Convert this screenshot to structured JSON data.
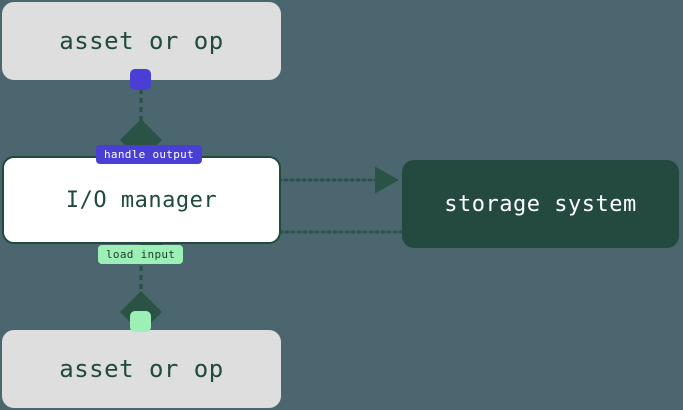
{
  "diagram": {
    "type": "flow-diagram",
    "background_color": "#4c6670",
    "nodes": [
      {
        "id": "asset-top",
        "label": "asset or op",
        "fill": "#dedede",
        "text_color": "#1f4a3c"
      },
      {
        "id": "io-manager",
        "label": "I/O manager",
        "fill": "#ffffff",
        "border_color": "#1f4a3c",
        "text_color": "#1f4a3c"
      },
      {
        "id": "asset-bottom",
        "label": "asset or op",
        "fill": "#dedede",
        "text_color": "#1f4a3c"
      },
      {
        "id": "storage-system",
        "label": "storage system",
        "fill": "#244a40",
        "text_color": "#ffffff"
      }
    ],
    "handles": [
      {
        "id": "output-port",
        "color": "#4a3fd4"
      },
      {
        "id": "input-port",
        "color": "#9cf0b6"
      }
    ],
    "edges": [
      {
        "id": "handle-output",
        "label": "handle output",
        "from": "asset-top",
        "to": "io-manager",
        "label_fill": "#4a3fd4",
        "label_text_color": "#ffffff",
        "line_color": "#2b5345"
      },
      {
        "id": "io-to-storage",
        "label": "",
        "from": "io-manager",
        "to": "storage-system",
        "line_color": "#2b5345"
      },
      {
        "id": "storage-to-io",
        "label": "",
        "from": "storage-system",
        "to": "io-manager",
        "line_color": "#2b5345"
      },
      {
        "id": "load-input",
        "label": "load input",
        "from": "io-manager",
        "to": "asset-bottom",
        "label_fill": "#9cf0b6",
        "label_text_color": "#1f3b30",
        "line_color": "#2b5345"
      }
    ]
  }
}
